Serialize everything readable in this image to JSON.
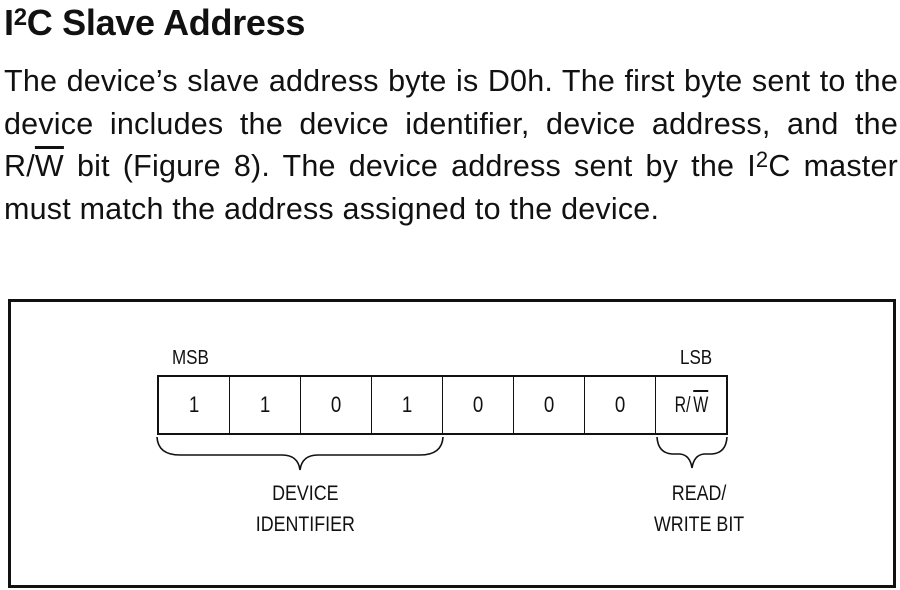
{
  "title": {
    "pre": "I",
    "sup": "2",
    "post": "C Slave Address"
  },
  "paragraph": {
    "part1": "The device’s slave address byte is D0h. The first byte sent to the device includes the device identifier, device address, and the ",
    "rw_r": "R/",
    "rw_w": "W",
    "part2": " bit (Figure 8). The device address sent by the I",
    "sup": "2",
    "part3": "C master must match the address assigned to the device."
  },
  "figure": {
    "msb_label": "MSB",
    "lsb_label": "LSB",
    "bits": [
      "1",
      "1",
      "0",
      "1",
      "0",
      "0",
      "0"
    ],
    "rw_r": "R/",
    "rw_w": "W",
    "device_identifier_line1": "DEVICE",
    "device_identifier_line2": "IDENTIFIER",
    "rw_caption_line1": "READ/",
    "rw_caption_line2": "WRITE BIT"
  }
}
